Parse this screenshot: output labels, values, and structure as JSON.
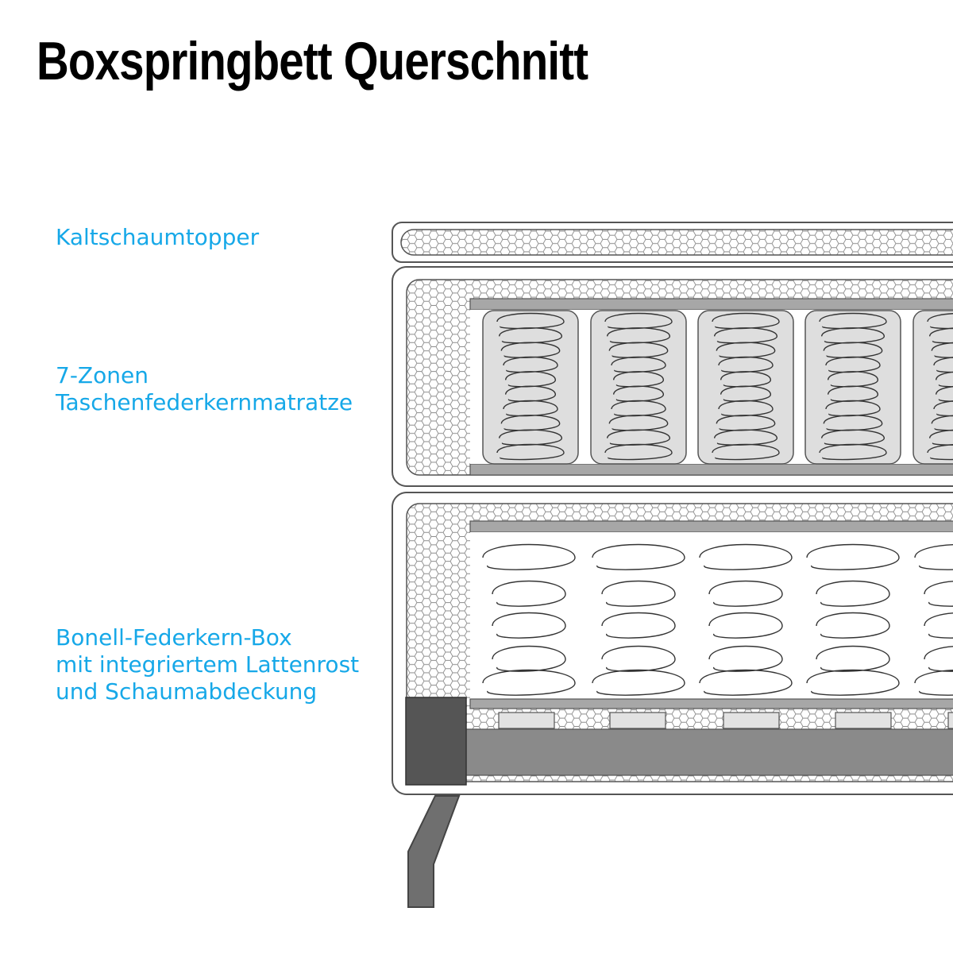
{
  "title": "Boxspringbett Querschnitt",
  "labels": {
    "topper": [
      "Kaltschaumtopper"
    ],
    "matratze": [
      "7-Zonen",
      "Taschenfederkernmatratze"
    ],
    "box": [
      "Bonell-Federkern-Box",
      "mit integriertem Lattenrost",
      "und Schaumabdeckung"
    ]
  },
  "colors": {
    "label_text": "#16a8e8",
    "title_text": "#000000",
    "outline": "#444444",
    "frame_dark": "#555555",
    "frame_mid": "#8a8a8a",
    "pocket_fill": "#dedede"
  }
}
